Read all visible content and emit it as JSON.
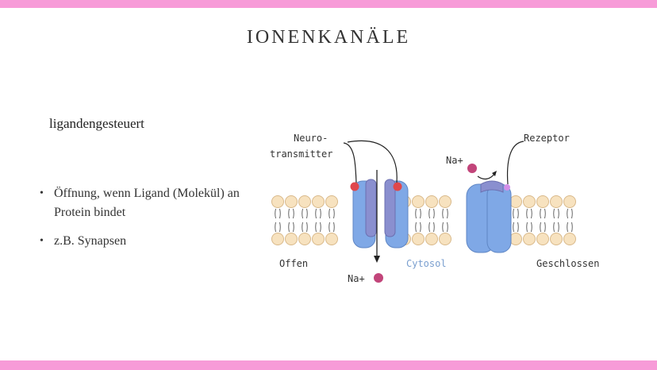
{
  "title": "IONENKANÄLE",
  "subtitle": "ligandengesteuert",
  "bullets": [
    "Öffnung, wenn Ligand (Molekül) an Protein bindet",
    "z.B. Synapsen"
  ],
  "diagram": {
    "label_neurotransmitter_line1": "Neuro-",
    "label_neurotransmitter_line2": "transmitter",
    "label_rezeptor": "Rezeptor",
    "label_na_top": "Na+",
    "label_na_bottom": "Na+",
    "label_offen": "Offen",
    "label_cytosol": "Cytosol",
    "label_geschlossen": "Geschlossen",
    "colors": {
      "lipid_head": "#f7e2bf",
      "lipid_stroke": "#d9b98a",
      "protein": "#7fa8e6",
      "protein_inner": "#8a8fcf",
      "ligand_red": "#e0474c",
      "sodium": "#c2457a",
      "receptor_site": "#d38ee8",
      "cytosol_text": "#7a9fcf"
    }
  }
}
